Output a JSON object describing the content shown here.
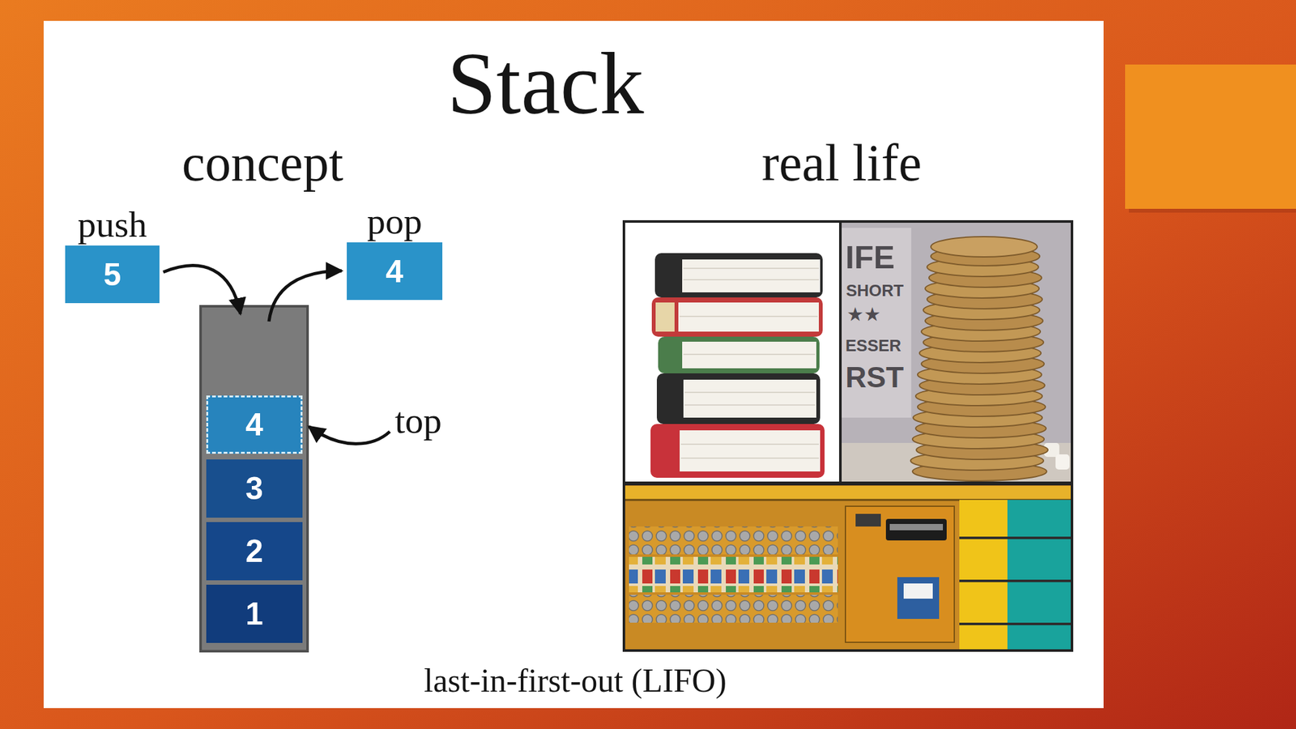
{
  "diagram": {
    "title": "Stack",
    "caption": "last-in-first-out (LIFO)",
    "nodes": [
      {
        "text": [
          "push",
          "5"
        ]
      },
      {
        "text": [
          "pop",
          "4"
        ]
      },
      {
        "text": [
          "4"
        ]
      },
      {
        "text": [
          "3"
        ]
      },
      {
        "text": [
          "2"
        ]
      },
      {
        "text": [
          "1"
        ]
      }
    ],
    "labels": [
      "concept",
      "real life",
      "top",
      "IFE",
      "SHORT",
      "★★",
      "ESSER",
      "RST"
    ]
  }
}
